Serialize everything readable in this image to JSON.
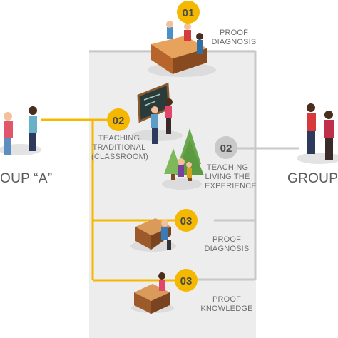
{
  "colors": {
    "accent_yellow": "#f5b800",
    "badge_gray": "#c9c9c9",
    "panel_gray": "#eeeeee",
    "connector_gray": "#c4c4c4",
    "text_gray": "#6e6e6e",
    "number_dark": "#4a4a4a"
  },
  "steps": [
    {
      "number": "01",
      "lines": [
        "PROOF",
        "DIAGNOSIS"
      ]
    },
    {
      "number": "02",
      "lines": [
        "TEACHING",
        "TRADITIONAL",
        "(CLASSROOM)"
      ]
    },
    {
      "number": "02",
      "lines": [
        "TEACHING",
        "LIVING THE",
        "EXPERIENCE"
      ]
    },
    {
      "number": "03",
      "lines": [
        "PROOF",
        "DIAGNOSIS"
      ]
    },
    {
      "number": "03",
      "lines": [
        "PROOF",
        "KNOWLEDGE"
      ]
    }
  ],
  "groups": {
    "left": "OUP “A”",
    "right": "GROUP “"
  }
}
